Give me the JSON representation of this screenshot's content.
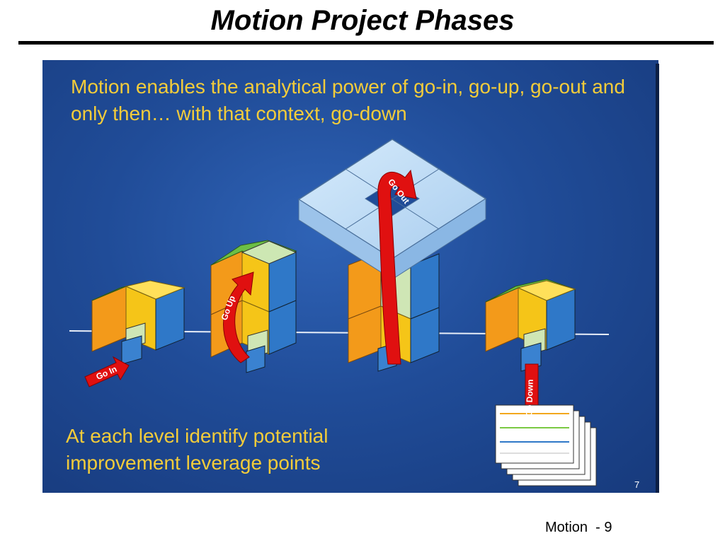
{
  "slide": {
    "title": "Motion Project Phases",
    "headline": "Motion enables the analytical power of go-in, go-up, go-out and only then… with that context, go-down",
    "bottom_text": "At each level identify potential improvement leverage points",
    "slide_number": "7",
    "footer": "Motion  - 9"
  },
  "arrows": {
    "go_in": "Go In",
    "go_up": "Go Up",
    "go_out": "Go Out",
    "go_down": "Go Down"
  },
  "colors": {
    "panel": "#204c98",
    "text_yellow": "#f3cc3a",
    "arrow_red": "#e01010",
    "cube_orange": "#f39a1a",
    "cube_yellow": "#f5c518",
    "cube_blue": "#2f78c8",
    "cube_green": "#6cbf45",
    "ring_light_blue": "#b8d8f4"
  }
}
